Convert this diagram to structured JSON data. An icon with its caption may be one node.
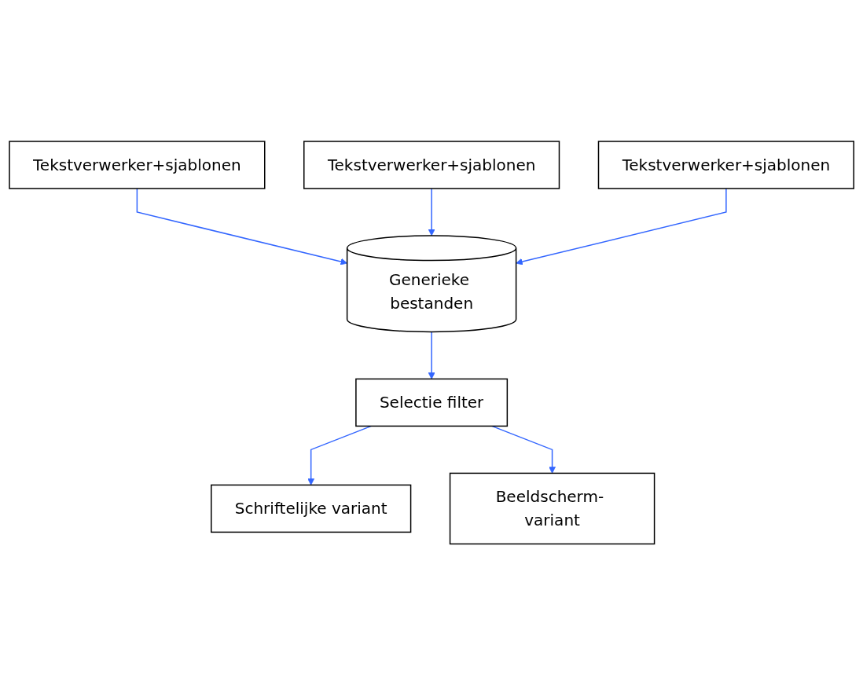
{
  "diagram": {
    "nodes": [
      {
        "text": [
          "Tekstverwerker+sjablonen"
        ]
      },
      {
        "text": [
          "Tekstverwerker+sjablonen"
        ]
      },
      {
        "text": [
          "Tekstverwerker+sjablonen"
        ]
      },
      {
        "text": [
          "Generieke bestanden"
        ]
      },
      {
        "text": [
          "Selectie filter"
        ]
      },
      {
        "text": [
          "Schriftelijke variant"
        ]
      },
      {
        "text": [
          "Beeldscherm- variant"
        ]
      }
    ],
    "edges": [
      {
        "from": 0,
        "to": 3,
        "arrow": "to"
      },
      {
        "from": 1,
        "to": 3,
        "arrow": "to"
      },
      {
        "from": 2,
        "to": 3,
        "arrow": "to"
      },
      {
        "from": 3,
        "to": 4,
        "arrow": "to"
      },
      {
        "from": 4,
        "to": 5,
        "arrow": "to"
      },
      {
        "from": 4,
        "to": 6,
        "arrow": "to"
      }
    ]
  }
}
